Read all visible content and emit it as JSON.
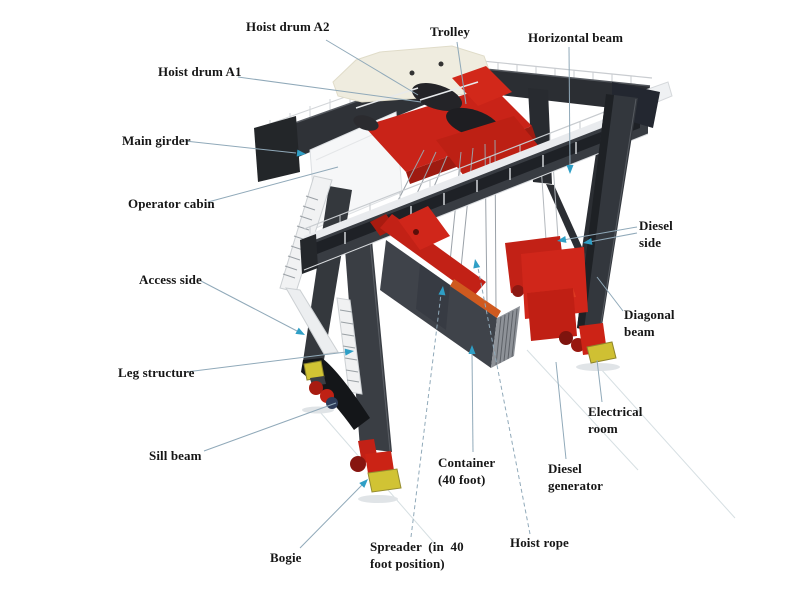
{
  "figure": {
    "type": "labeled-diagram",
    "subject": "Rubber-tyred gantry (RTG) container crane parts diagram",
    "colors": {
      "background": "#ffffff",
      "label_text": "#161616",
      "leader_line": "#90a9b9",
      "arrow_blue": "#2f9fc6",
      "structure_dark": "#33373d",
      "machinery_red": "#c92318",
      "walkway_white": "#f1f2f3",
      "bogie_yellow": "#d1c334",
      "container_gray": "#3f434a"
    },
    "labels": {
      "hoist_drum_a2": "Hoist drum A2",
      "hoist_drum_a1": "Hoist drum A1",
      "trolley": "Trolley",
      "horizontal_beam": "Horizontal beam",
      "main_girder": "Main girder",
      "operator_cabin": "Operator cabin",
      "access_side": "Access side",
      "leg_structure": "Leg structure",
      "sill_beam": "Sill beam",
      "bogie": "Bogie",
      "spreader": "Spreader  (in  40\nfoot position)",
      "container": "Container\n(40 foot)",
      "hoist_rope": "Hoist rope",
      "diesel_generator": "Diesel\ngenerator",
      "electrical_room": "Electrical\nroom",
      "diagonal_beam": "Diagonal\nbeam",
      "diesel_side": "Diesel\nside"
    }
  }
}
